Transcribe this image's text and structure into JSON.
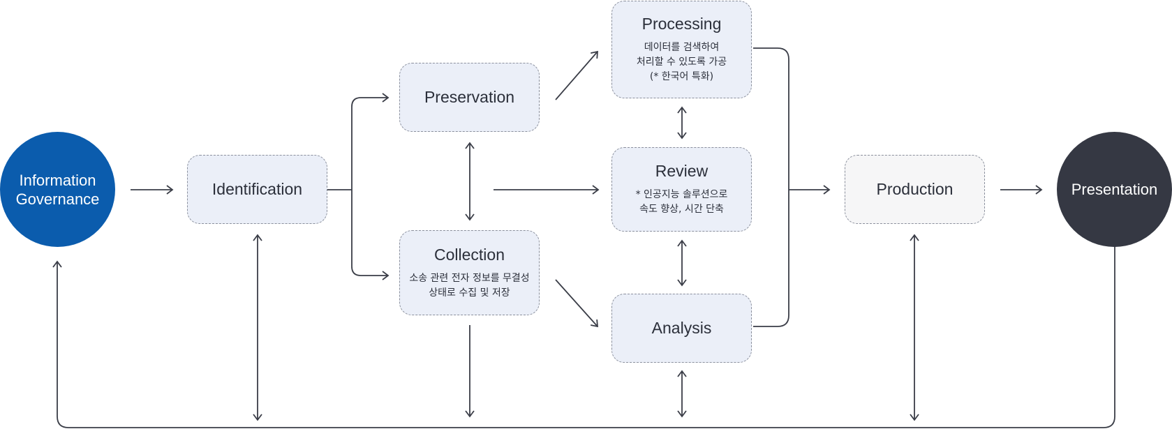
{
  "colors": {
    "box_fill": "#ebeff8",
    "production_fill": "#f6f6f7",
    "governance_fill": "#0b5cad",
    "presentation_fill": "#353843",
    "line": "#3a3d47"
  },
  "nodes": {
    "governance": {
      "line1": "Information",
      "line2": "Governance"
    },
    "identification": {
      "title": "Identification"
    },
    "preservation": {
      "title": "Preservation"
    },
    "collection": {
      "title": "Collection",
      "desc": [
        "소송 관련 전자 정보를 무결성",
        "상태로 수집 및 저장"
      ]
    },
    "processing": {
      "title": "Processing",
      "desc": [
        "데이터를 검색하여",
        "처리할 수 있도록 가공",
        "(* 한국어 특화)"
      ]
    },
    "review": {
      "title": "Review",
      "desc": [
        "* 인공지능 솔루션으로",
        "속도 향상, 시간 단축"
      ]
    },
    "analysis": {
      "title": "Analysis"
    },
    "production": {
      "title": "Production"
    },
    "presentation": {
      "title": "Presentation"
    }
  }
}
